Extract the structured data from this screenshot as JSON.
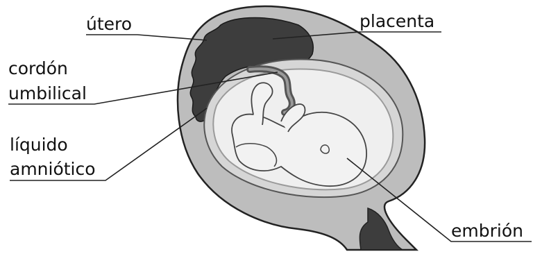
{
  "labels": {
    "utero": "útero",
    "placenta": "placenta",
    "cordon_line1": "cordón",
    "cordon_line2": "umbilical",
    "liquido_line1": "líquido",
    "liquido_line2": "amniótico",
    "embrion": "embrión"
  },
  "colors": {
    "uterus_wall": "#bdbdbd",
    "uterus_outline": "#222222",
    "placenta": "#3d3d3d",
    "amniotic_fluid": "#d6d6d6",
    "sac_membrane": "#9a9a9a",
    "embryo": "#f2f2f2",
    "leader_line": "#222222"
  }
}
